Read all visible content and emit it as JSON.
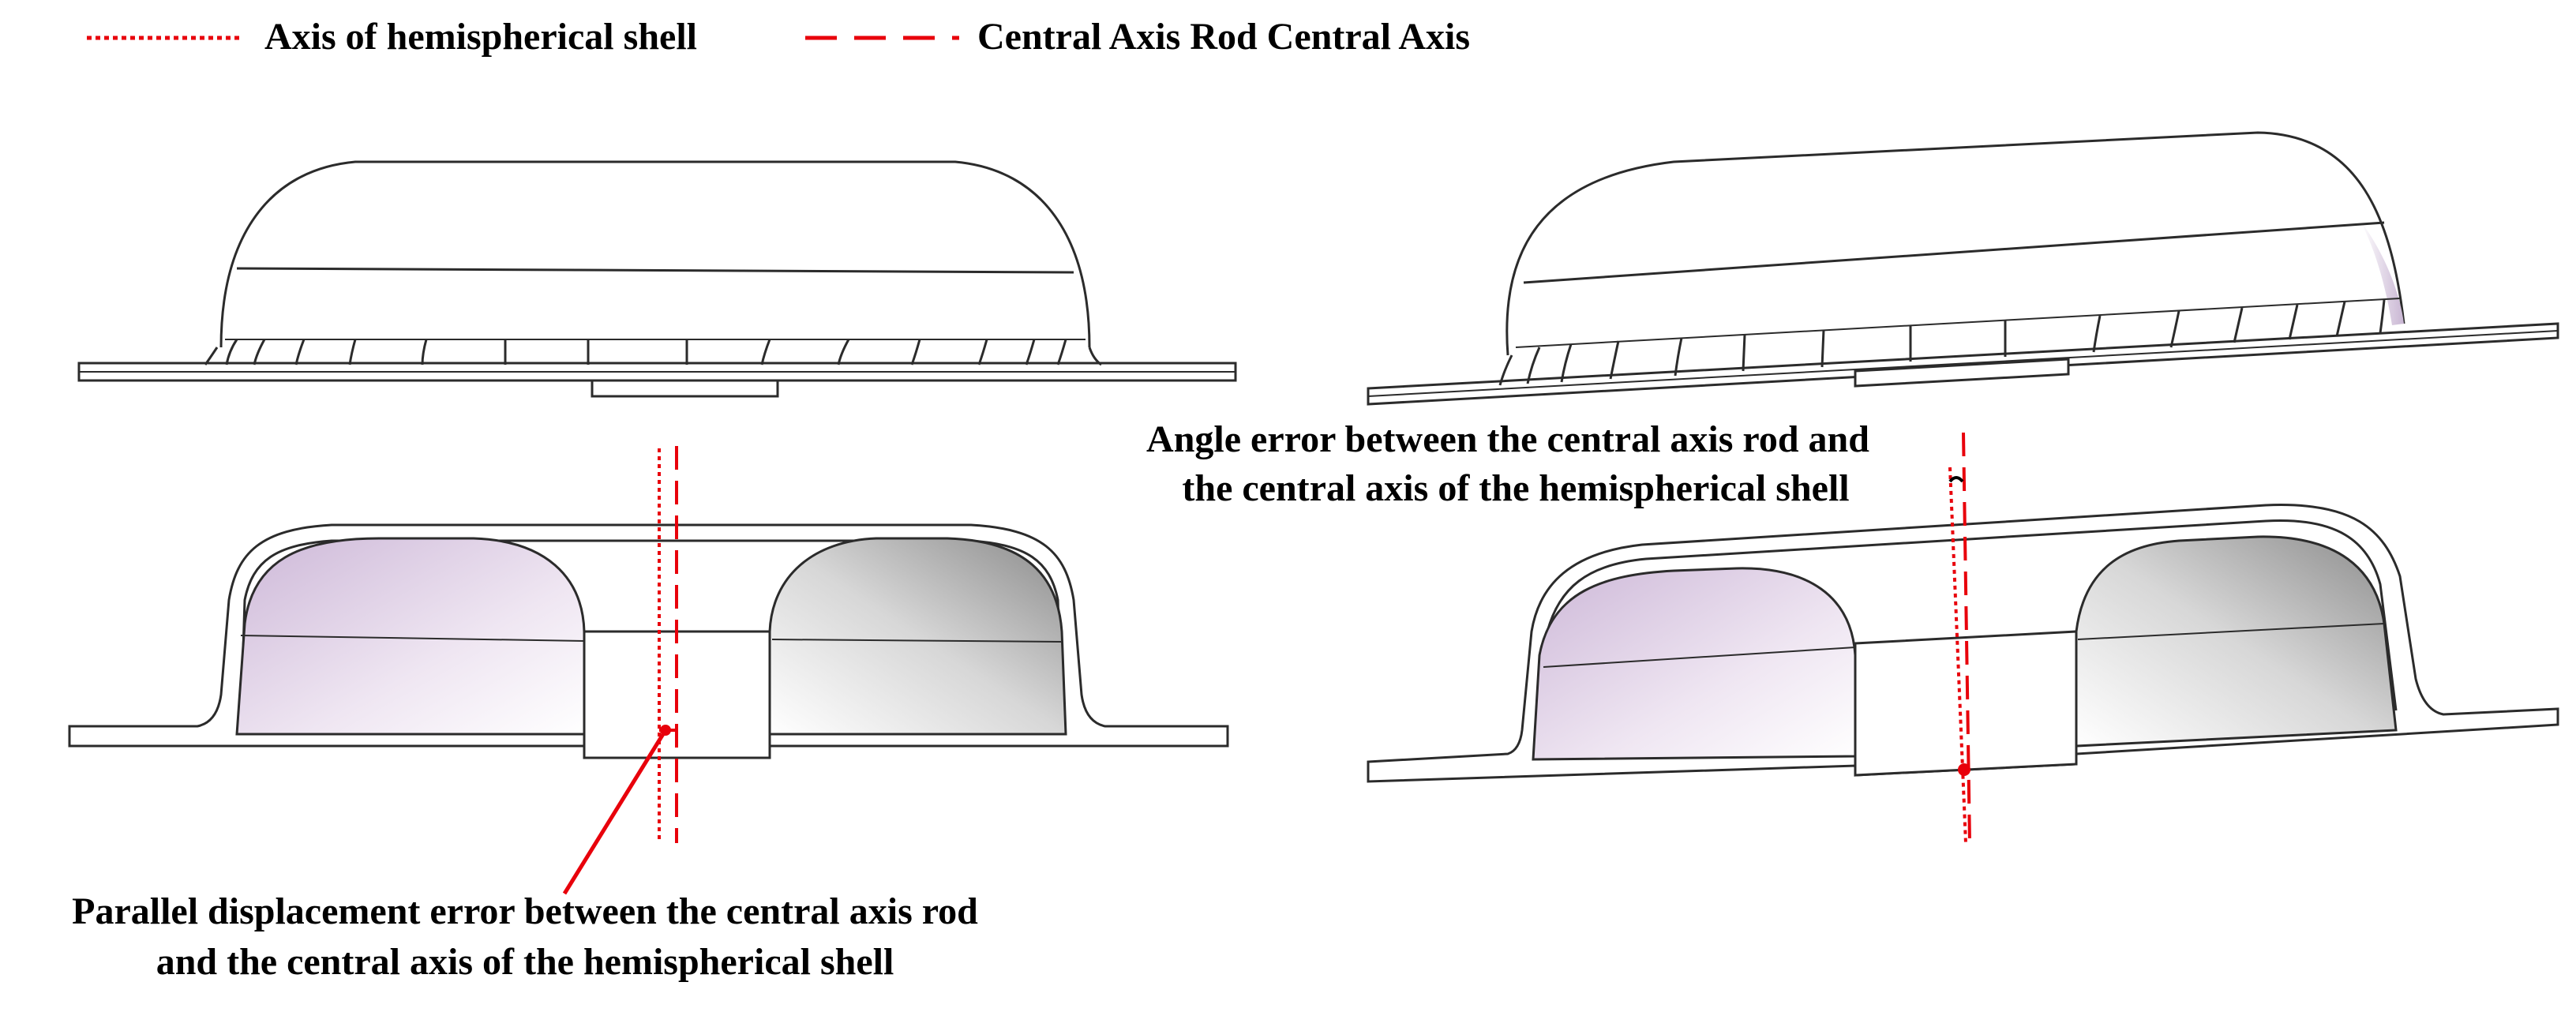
{
  "legend": {
    "item1": {
      "label": "Axis of hemispherical shell",
      "style": "dotted"
    },
    "item2": {
      "label": "Central Axis Rod Central Axis",
      "style": "dashed"
    }
  },
  "annotations": {
    "angle_error": {
      "line1": "Angle error between the central axis rod and",
      "line2": "the central axis of the hemispherical shell"
    },
    "parallel_error": {
      "line1": "Parallel displacement error between the central axis rod",
      "line2": "and the central axis of the hemispherical shell"
    }
  },
  "colors": {
    "axis_red": "#e8000b",
    "outline": "#2b2b2b",
    "shade": "#d9cbe0",
    "background": "#ffffff"
  }
}
